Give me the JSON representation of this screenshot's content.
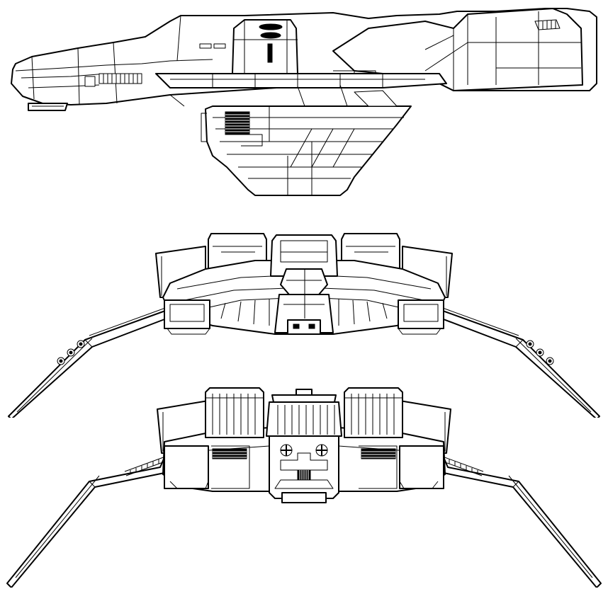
{
  "drawing": {
    "background": "#ffffff",
    "line_color": "#000000",
    "views": [
      {
        "id": "side",
        "icon": "starship-side-view"
      },
      {
        "id": "front",
        "icon": "starship-front-view"
      },
      {
        "id": "rear",
        "icon": "starship-rear-view"
      }
    ]
  }
}
